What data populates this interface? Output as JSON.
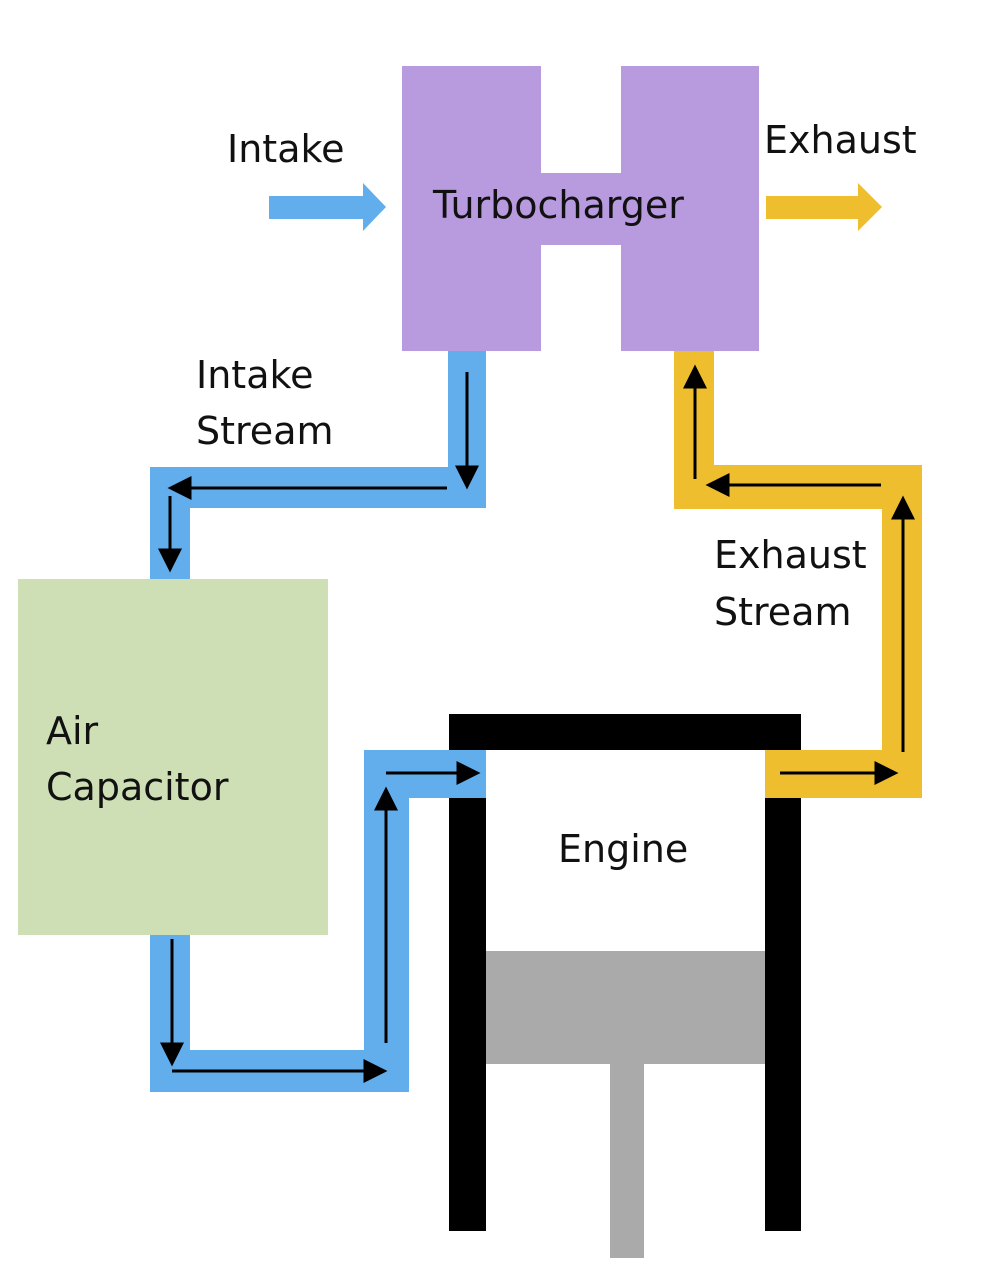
{
  "colors": {
    "turbocharger": "#b89ade",
    "intake": "#62adec",
    "exhaust": "#eebe2e",
    "air_capacitor": "#cedfb5",
    "engine_wall": "#000000",
    "piston": "#aaaaaa",
    "arrow": "#000000"
  },
  "labels": {
    "intake": "Intake",
    "exhaust": "Exhaust",
    "turbocharger": "Turbocharger",
    "intake_stream_line1": "Intake",
    "intake_stream_line2": "Stream",
    "exhaust_stream_line1": "Exhaust",
    "exhaust_stream_line2": "Stream",
    "air_capacitor_line1": "Air",
    "air_capacitor_line2": "Capacitor",
    "engine": "Engine"
  }
}
